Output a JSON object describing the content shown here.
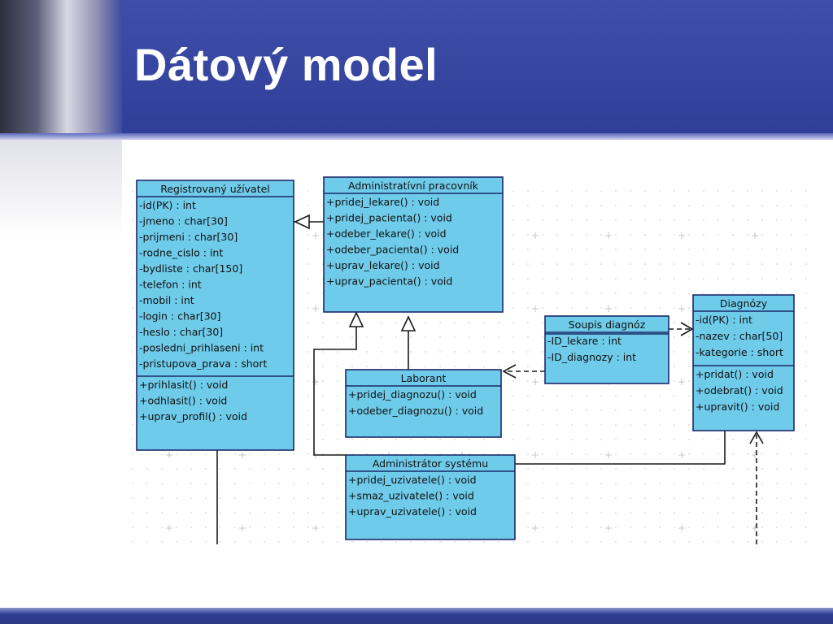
{
  "slide": {
    "title": "Dátový model"
  },
  "colors": {
    "header": "#3545a0",
    "class_fill": "#6fcbea",
    "class_stroke": "#1c2a6b",
    "line": "#1a1a1a"
  },
  "classes": [
    {
      "id": "registrovany",
      "name": "Registrovaný užívatel",
      "attributes": [
        "-id(PK) : int",
        "-jmeno : char[30]",
        "-prijmeni : char[30]",
        "-rodne_cislo : int",
        "-bydliste : char[150]",
        "-telefon : int",
        "-mobil : int",
        "-login : char[30]",
        "-heslo : char[30]",
        "-posledni_prihlaseni : int",
        "-pristupova_prava : short"
      ],
      "operations": [
        "+prihlasit() : void",
        "+odhlasit() : void",
        "+uprav_profil() : void"
      ]
    },
    {
      "id": "admin-pracovnik",
      "name": "Administratívní pracovník",
      "attributes": [],
      "operations": [
        "+pridej_lekare() : void",
        "+pridej_pacienta() : void",
        "+odeber_lekare() : void",
        "+odeber_pacienta() : void",
        "+uprav_lekare() : void",
        "+uprav_pacienta() : void"
      ]
    },
    {
      "id": "laborant",
      "name": "Laborant",
      "attributes": [],
      "operations": [
        "+pridej_diagnozu() : void",
        "+odeber_diagnozu() : void"
      ]
    },
    {
      "id": "soupis",
      "name": "Soupis diagnóz",
      "attributes": [
        "-ID_lekare : int",
        "-ID_diagnozy : int"
      ],
      "operations": []
    },
    {
      "id": "diagnozy",
      "name": "Diagnózy",
      "attributes": [
        "-id(PK) : int",
        "-nazev : char[50]",
        "-kategorie : short"
      ],
      "operations": [
        "+pridat() : void",
        "+odebrat() : void",
        "+upravit() : void"
      ]
    },
    {
      "id": "admin-systemu",
      "name": "Administrátor systému",
      "attributes": [],
      "operations": [
        "+pridej_uzivatele() : void",
        "+smaz_uzivatele() : void",
        "+uprav_uzivatele() : void"
      ]
    }
  ]
}
